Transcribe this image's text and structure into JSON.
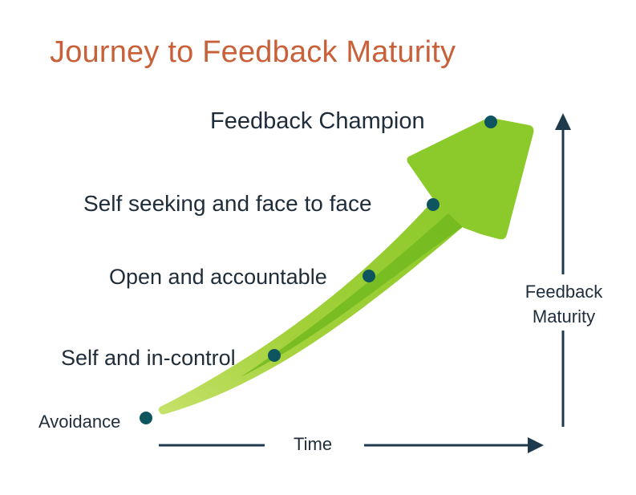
{
  "title": "Journey to Feedback Maturity",
  "colors": {
    "title": "#c8603a",
    "text": "#1f2d3a",
    "arrow_light": "#a6d43c",
    "arrow_main": "#8cc92a",
    "arrow_shade": "#6fb81c",
    "dot": "#0e5560",
    "axis": "#1f3a4d"
  },
  "stages": [
    {
      "label": "Avoidance",
      "dot": [
        182,
        521
      ]
    },
    {
      "label": "Self and in-control",
      "dot": [
        342,
        443
      ]
    },
    {
      "label": "Open and accountable",
      "dot": [
        460,
        344
      ]
    },
    {
      "label": "Self seeking and face to face",
      "dot": [
        540,
        255
      ]
    },
    {
      "label": "Feedback Champion",
      "dot": [
        612,
        152
      ]
    }
  ],
  "axes": {
    "x_label": "Time",
    "y_label_line1": "Feedback",
    "y_label_line2": "Maturity"
  }
}
